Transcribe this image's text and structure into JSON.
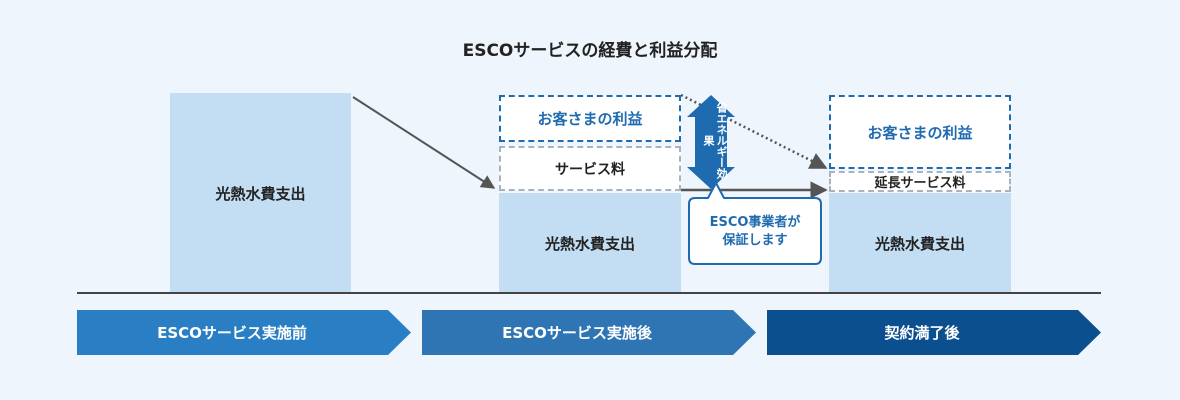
{
  "title": "ESCOサービスの経費と利益分配",
  "before": {
    "cost_label": "光熱水費支出"
  },
  "after": {
    "profit_label": "お客さまの利益",
    "service_fee_label": "サービス料",
    "cost_label": "光熱水費支出"
  },
  "end": {
    "profit_label": "お客さまの利益",
    "service_fee_label": "延長サービス料",
    "cost_label": "光熱水費支出"
  },
  "energy_saving": {
    "label": "省エネルギー効果"
  },
  "guarantee": {
    "line1": "ESCO事業者が",
    "line2": "保証します"
  },
  "phases": [
    {
      "label": "ESCOサービス実施前"
    },
    {
      "label": "ESCOサービス実施後"
    },
    {
      "label": "契約満了後"
    }
  ],
  "colors": {
    "cost_fill": "#c3ddf2",
    "profit_border": "#1f6bb0",
    "phase_1": "#2a7fc4",
    "phase_2": "#2f74b3",
    "phase_3": "#0b4f8f",
    "arrow": "#1f6bb0",
    "background": "#eef5fc"
  }
}
